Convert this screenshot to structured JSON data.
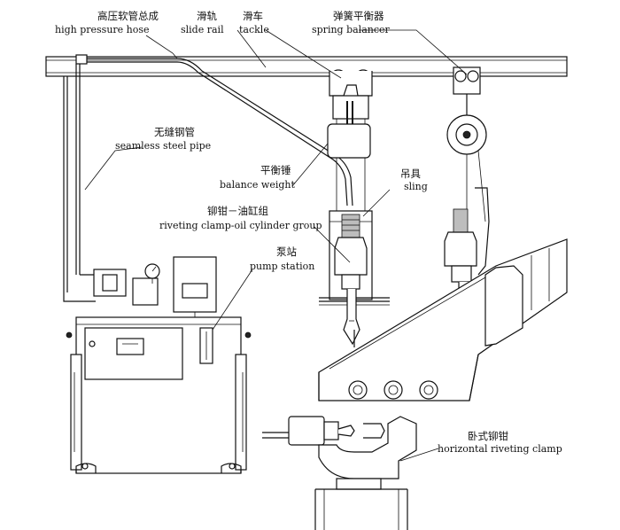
{
  "labels": {
    "high_pressure_hose": {
      "cn": "高压软管总成",
      "en": "high pressure hose"
    },
    "slide_rail": {
      "cn": "滑轨",
      "en": "slide rail"
    },
    "tackle": {
      "cn": "滑车",
      "en": "tackle"
    },
    "spring_balancer": {
      "cn": "弹簧平衡器",
      "en": "spring balancer"
    },
    "seamless_steel_pipe": {
      "cn": "无缝钢管",
      "en": "seamless steel pipe"
    },
    "balance_weight": {
      "cn": "平衡锤",
      "en": "balance weight"
    },
    "sling": {
      "cn": "吊具",
      "en": "sling"
    },
    "riveting_clamp_group": {
      "cn": "铆钳－油缸组",
      "en": "riveting clamp-oil cylinder group"
    },
    "pump_station": {
      "cn": "泵站",
      "en": "pump station"
    },
    "horizontal_riveting_clamp": {
      "cn": "卧式铆钳",
      "en": "horizontal riveting clamp"
    }
  }
}
